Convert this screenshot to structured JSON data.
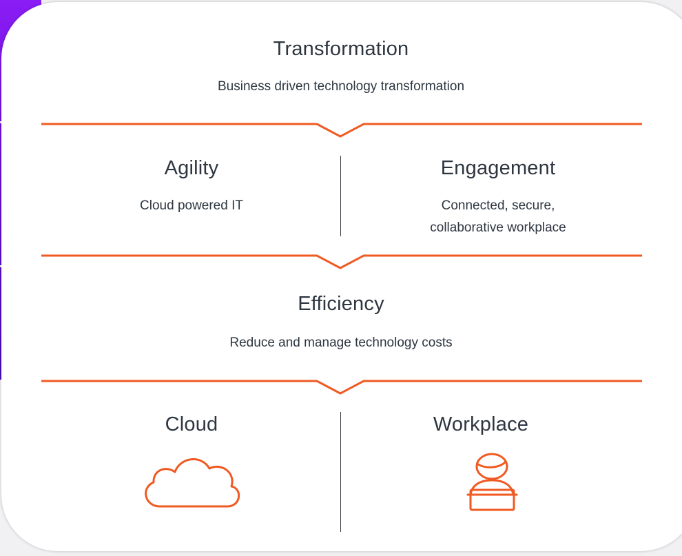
{
  "colors": {
    "accent": "#f05a22",
    "text": "#2d3640",
    "side_stripe": "#7d16ec"
  },
  "sections": {
    "transformation": {
      "title": "Transformation",
      "subtitle": "Business driven technology transformation"
    },
    "agility": {
      "title": "Agility",
      "subtitle": "Cloud powered IT"
    },
    "engagement": {
      "title": "Engagement",
      "subtitle_line1": "Connected, secure,",
      "subtitle_line2": "collaborative workplace"
    },
    "efficiency": {
      "title": "Efficiency",
      "subtitle": "Reduce and manage technology costs"
    },
    "cloud": {
      "title": "Cloud",
      "icon": "cloud-icon"
    },
    "workplace": {
      "title": "Workplace",
      "icon": "person-laptop-icon"
    }
  }
}
